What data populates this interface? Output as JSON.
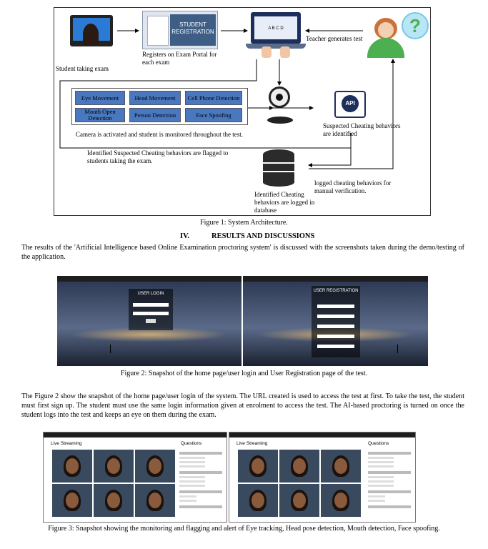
{
  "figure1": {
    "labels": {
      "student_taking_exam": "Student taking exam",
      "registers": "Registers on Exam Portal for each exam",
      "student_registration": "STUDENT REGISTRATION",
      "teacher_generates": "Teacher generates test",
      "camera_activated": "Camera is activated and student is monitored throughout the test.",
      "suspected_identified": "Suspected Cheating behaviors are identified",
      "flagged": "Identified Suspected Cheating behaviors are flagged to students taking the exam.",
      "logged_manual": "logged cheating behaviors for manual verification.",
      "logged_database": "Identified Cheating behaviors are logged in database",
      "api": "API",
      "keyboard_keys": "A B C D"
    },
    "detection_boxes": [
      "Eye Movement",
      "Head Movement",
      "Cell Phone Detection",
      "Mouth Open Detection",
      "Person Detection",
      "Face Spoofing"
    ],
    "caption": "Figure 1: System Architecture."
  },
  "section": {
    "number": "IV.",
    "title": "RESULTS AND DISCUSSIONS",
    "intro": "The results of the 'Artificial Intelligence based Online Examination proctoring system' is discussed with the screenshots taken during the demo/testing of the application."
  },
  "figure2": {
    "login_title": "USER LOGIN",
    "register_title": "USER REGISTRATION",
    "caption": "Figure 2: Snapshot of the home page/user login and User Registration page of the test."
  },
  "paragraph2": "The Figure 2 show the snapshot of the home page/user login of the system. The URL created is used to access the test at first. To take the test, the student must first sign up. The student must use the same login information given at enrolment to access the test. The AI-based proctoring is turned on once the student logs into the test and keeps an eye on them during the exam.",
  "figure3": {
    "live_streaming": "Live Streaming",
    "questions": "Questions",
    "caption": "Figure 3: Snapshot showing the monitoring and flagging and alert of Eye tracking, Head pose detection, Mouth detection, Face spoofing."
  }
}
